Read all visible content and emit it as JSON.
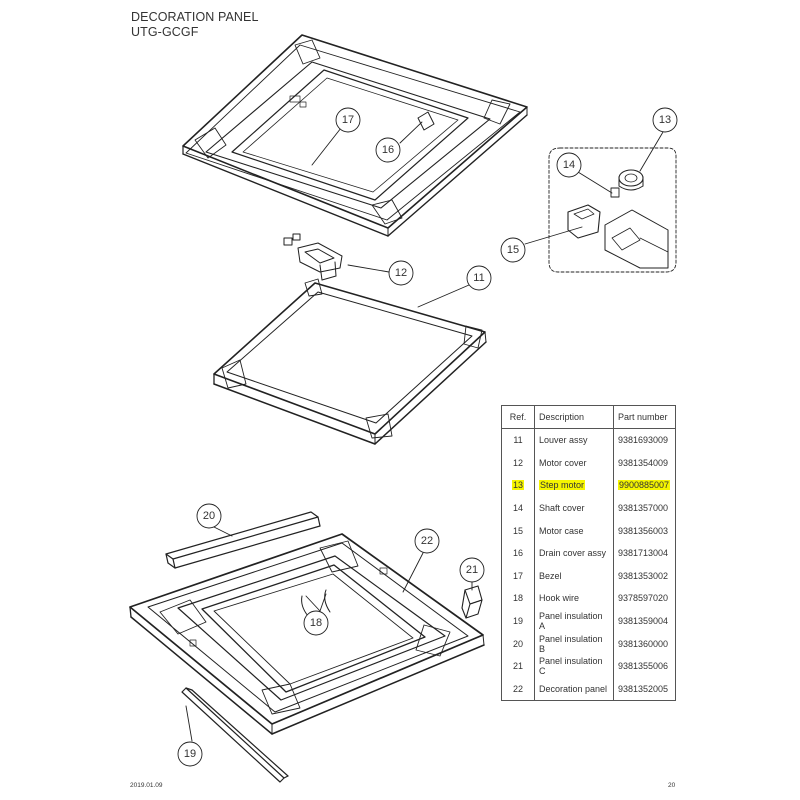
{
  "header": {
    "title_line1": "DECORATION PANEL",
    "title_line2": "UTG-GCGF"
  },
  "callouts": {
    "c11": "11",
    "c12": "12",
    "c13": "13",
    "c14": "14",
    "c15": "15",
    "c16": "16",
    "c17": "17",
    "c18": "18",
    "c19": "19",
    "c20": "20",
    "c21": "21",
    "c22": "22"
  },
  "table": {
    "headers": {
      "ref": "Ref.",
      "description": "Description",
      "part_number": "Part number"
    },
    "highlight_color": "#f5f500",
    "rows": [
      {
        "ref": "11",
        "description": "Louver assy",
        "part_number": "9381693009",
        "highlighted": false
      },
      {
        "ref": "12",
        "description": "Motor cover",
        "part_number": "9381354009",
        "highlighted": false
      },
      {
        "ref": "13",
        "description": "Step motor",
        "part_number": "9900885007",
        "highlighted": true
      },
      {
        "ref": "14",
        "description": "Shaft cover",
        "part_number": "9381357000",
        "highlighted": false
      },
      {
        "ref": "15",
        "description": "Motor case",
        "part_number": "9381356003",
        "highlighted": false
      },
      {
        "ref": "16",
        "description": "Drain cover assy",
        "part_number": "9381713004",
        "highlighted": false
      },
      {
        "ref": "17",
        "description": "Bezel",
        "part_number": "9381353002",
        "highlighted": false
      },
      {
        "ref": "18",
        "description": "Hook wire",
        "part_number": "9378597020",
        "highlighted": false
      },
      {
        "ref": "19",
        "description": "Panel insulation A",
        "part_number": "9381359004",
        "highlighted": false
      },
      {
        "ref": "20",
        "description": "Panel insulation B",
        "part_number": "9381360000",
        "highlighted": false
      },
      {
        "ref": "21",
        "description": "Panel insulation C",
        "part_number": "9381355006",
        "highlighted": false
      },
      {
        "ref": "22",
        "description": "Decoration panel",
        "part_number": "9381352005",
        "highlighted": false
      }
    ]
  },
  "footer": {
    "date": "2019.01.09",
    "page_number": "20"
  }
}
